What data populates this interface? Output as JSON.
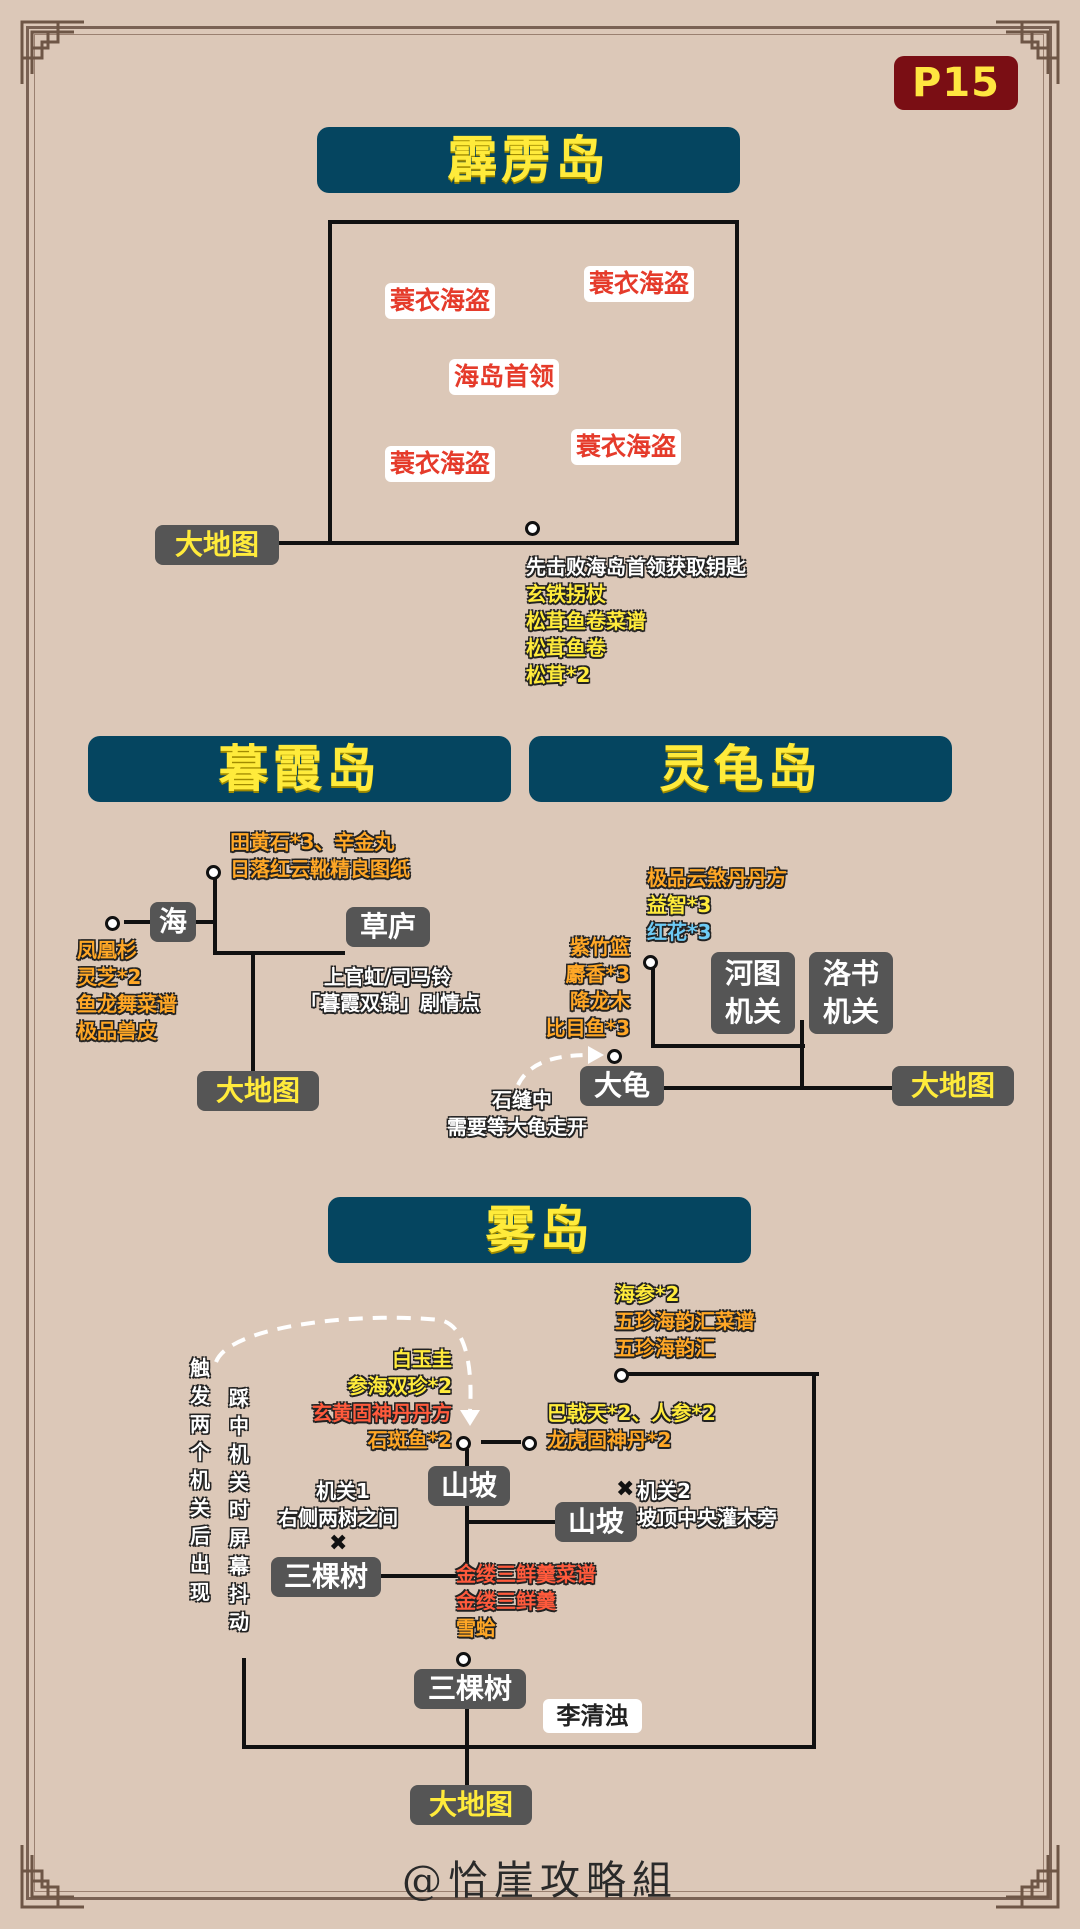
{
  "page_number": "P15",
  "signature": "@恰崖攻略組",
  "sections": {
    "pili": {
      "title": "霹雳岛",
      "enemies": [
        "蓑衣海盗",
        "蓑衣海盗",
        "海岛首领",
        "蓑衣海盗",
        "蓑衣海盗"
      ],
      "exit": "大地图",
      "notes": [
        "先击败海岛首领获取钥匙",
        "玄铁拐杖",
        "松茸鱼卷菜谱",
        "松茸鱼卷",
        "松茸*2"
      ]
    },
    "muxia": {
      "title": "暮霞岛",
      "nodes": {
        "sea": "海",
        "hut": "草庐",
        "exit": "大地图"
      },
      "loot_top": [
        "田黄石*3、辛金丸",
        "日落红云靴精良图纸"
      ],
      "loot_left": [
        "凤凰杉",
        "灵芝*2",
        "鱼龙舞菜谱",
        "极品兽皮"
      ],
      "event": [
        "上官虹/司马铃",
        "「暮霞双锦」剧情点"
      ]
    },
    "linggui": {
      "title": "灵龟岛",
      "nodes": {
        "hetu": "河图\n机关",
        "luoshu": "洛书\n机关",
        "turtle": "大龟",
        "exit": "大地图"
      },
      "loot_top": [
        "极品云煞丹丹方",
        "益智*3",
        "红花*3"
      ],
      "loot_left": [
        "紫竹篮",
        "麝香*3",
        "降龙木",
        "比目鱼*3"
      ],
      "note": [
        "石缝中",
        "需要等大龟走开"
      ]
    },
    "wu": {
      "title": "雾岛",
      "nodes": {
        "slope1": "山坡",
        "slope2": "山坡",
        "tree1": "三棵树",
        "tree2": "三棵树",
        "npc": "李清浊",
        "exit": "大地图"
      },
      "loot_topright": [
        "海参*2",
        "五珍海韵汇菜谱",
        "五珍海韵汇"
      ],
      "loot_slope": [
        "白玉圭",
        "参海双珍*2",
        "玄黄固神丹丹方",
        "石斑鱼*2"
      ],
      "loot_right": [
        "巴戟天*2、人参*2",
        "龙虎固神丹*2"
      ],
      "switch1": [
        "机关1",
        "右侧两树之间"
      ],
      "switch2": [
        "机关2",
        "坡顶中央灌木旁"
      ],
      "loot_tree": [
        "金缕三鲜羹菜谱",
        "金缕三鲜羹",
        "雪蛤"
      ],
      "vertical_note_1": "触发两个机关后出现",
      "vertical_note_2": "踩中机关时屏幕抖动"
    }
  }
}
